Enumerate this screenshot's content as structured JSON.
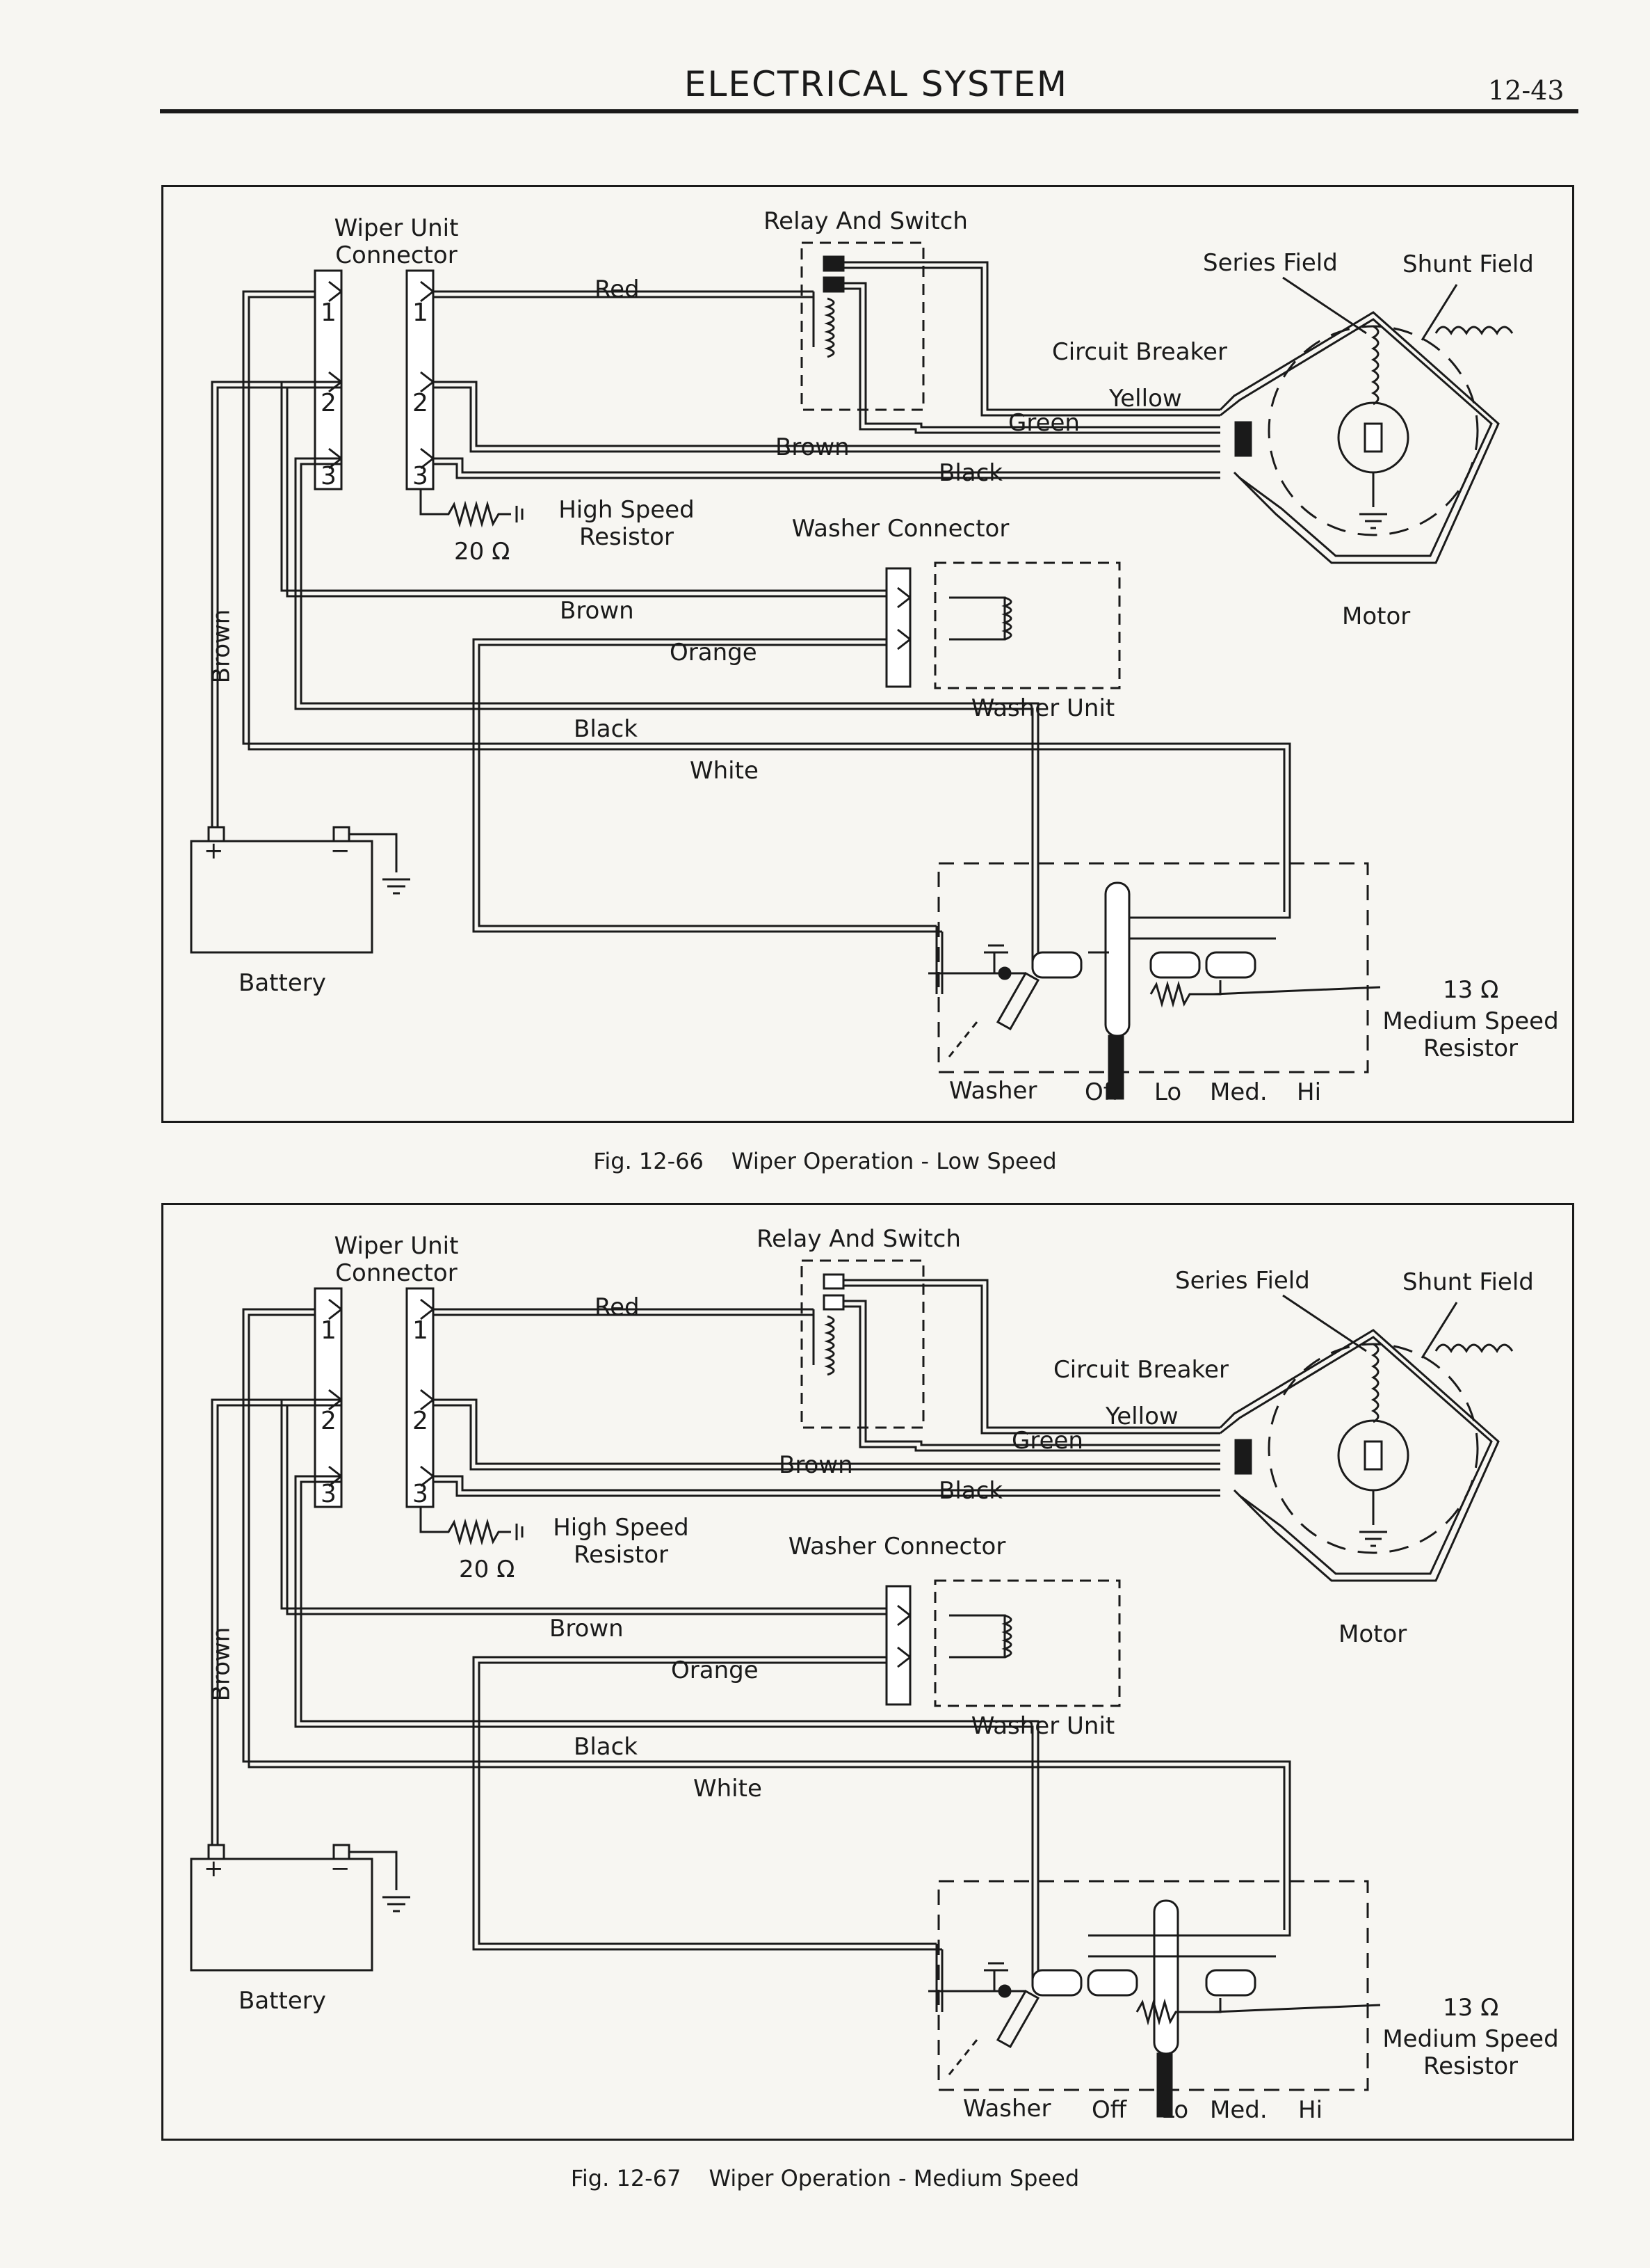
{
  "header": {
    "title": "ELECTRICAL SYSTEM",
    "page_number": "12-43"
  },
  "figures": [
    {
      "caption_number": "Fig. 12-66",
      "caption_text": "Wiper Operation - Low Speed",
      "labels": {
        "wiper_unit_connector": "Wiper Unit",
        "wiper_unit_connector_2": "Connector",
        "relay_and_switch": "Relay And Switch",
        "series_field": "Series Field",
        "shunt_field": "Shunt Field",
        "circuit_breaker": "Circuit Breaker",
        "red": "Red",
        "yellow": "Yellow",
        "green": "Green",
        "brown_top": "Brown",
        "black_top": "Black",
        "high_speed": "High Speed",
        "resistor": "Resistor",
        "hs_ohms": "20 Ω",
        "washer_connector": "Washer Connector",
        "motor": "Motor",
        "brown_mid": "Brown",
        "orange": "Orange",
        "washer_unit": "Washer Unit",
        "black_mid": "Black",
        "white": "White",
        "brown_vertical": "Brown",
        "battery": "Battery",
        "ms_ohms": "13 Ω",
        "medium_speed": "Medium Speed",
        "ms_resistor": "Resistor",
        "washer": "Washer",
        "off": "Off",
        "lo": "Lo",
        "med": "Med.",
        "hi": "Hi",
        "pin1a": "1",
        "pin2a": "2",
        "pin3a": "3",
        "pin1b": "1",
        "pin2b": "2",
        "pin3b": "3",
        "batt_plus": "+",
        "batt_minus": "−"
      }
    },
    {
      "caption_number": "Fig. 12-67",
      "caption_text": "Wiper Operation - Medium Speed",
      "labels": {
        "wiper_unit_connector": "Wiper Unit",
        "wiper_unit_connector_2": "Connector",
        "relay_and_switch": "Relay And Switch",
        "series_field": "Series Field",
        "shunt_field": "Shunt Field",
        "circuit_breaker": "Circuit Breaker",
        "red": "Red",
        "yellow": "Yellow",
        "green": "Green",
        "brown_top": "Brown",
        "black_top": "Black",
        "high_speed": "High Speed",
        "resistor": "Resistor",
        "hs_ohms": "20 Ω",
        "washer_connector": "Washer Connector",
        "motor": "Motor",
        "brown_mid": "Brown",
        "orange": "Orange",
        "washer_unit": "Washer Unit",
        "black_mid": "Black",
        "white": "White",
        "brown_vertical": "Brown",
        "battery": "Battery",
        "ms_ohms": "13 Ω",
        "medium_speed": "Medium Speed",
        "ms_resistor": "Resistor",
        "washer": "Washer",
        "off": "Off",
        "lo": "Lo",
        "med": "Med.",
        "hi": "Hi",
        "pin1a": "1",
        "pin2a": "2",
        "pin3a": "3",
        "pin1b": "1",
        "pin2b": "2",
        "pin3b": "3",
        "batt_plus": "+",
        "batt_minus": "−"
      }
    }
  ]
}
